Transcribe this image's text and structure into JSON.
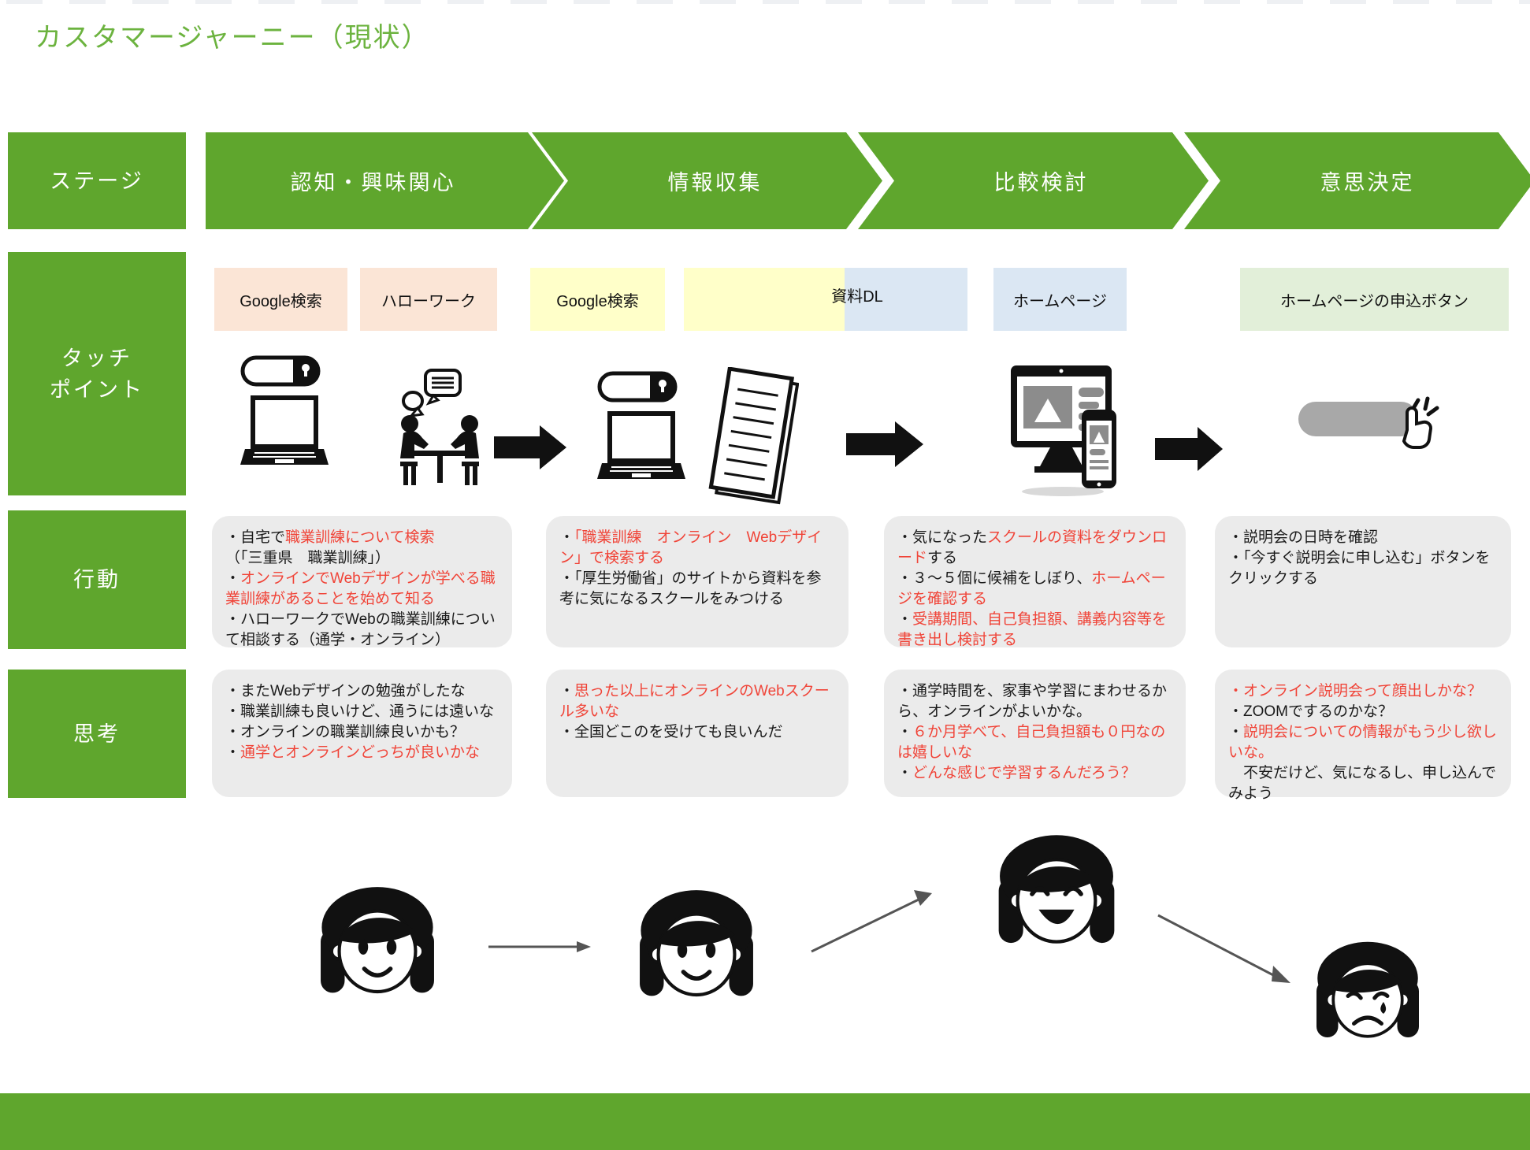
{
  "title": "カスタマージャーニー（現状）",
  "colors": {
    "green_main": "#5fa62d",
    "green_title": "#6cb33f",
    "red_text": "#f04438",
    "gray_box": "#ebebeb",
    "label_peach": "#fbe5d6",
    "label_yellow": "#ffffc9",
    "label_blue": "#dbe7f3",
    "label_green": "#e2efd9",
    "button_gray": "#a8a8a8"
  },
  "row_headers": {
    "stage": "ステージ",
    "touch_line1": "タッチ",
    "touch_line2": "ポイント",
    "action": "行動",
    "thought": "思考"
  },
  "stages": [
    "認知・興味関心",
    "情報収集",
    "比較検討",
    "意思決定"
  ],
  "touchpoints": [
    "Google検索",
    "ハローワーク",
    "Google検索",
    "資料DL",
    "ホームページ",
    "ホームページの申込ボタン"
  ],
  "icons": [
    "search-bar-laptop",
    "consultation-table",
    "arrow-right",
    "search-bar-laptop",
    "document",
    "arrow-right",
    "monitor-smartphone",
    "arrow-right",
    "click-button"
  ],
  "actions": [
    [
      [
        {
          "t": "・自宅で",
          "red": false
        },
        {
          "t": "職業訓練について検索",
          "red": true
        }
      ],
      [
        {
          "t": "（「三重県　職業訓練」）",
          "red": false
        }
      ],
      [
        {
          "t": "・",
          "red": false
        },
        {
          "t": "オンラインでWebデザインが学べる職業訓練があることを始めて知る",
          "red": true
        }
      ],
      [
        {
          "t": "・ハローワークでWebの職業訓練について相談する（通学・オンライン）",
          "red": false
        }
      ]
    ],
    [
      [
        {
          "t": "・",
          "red": false
        },
        {
          "t": "「職業訓練　オンライン　Webデザイン」で検索する",
          "red": true
        }
      ],
      [
        {
          "t": "・「厚生労働省」のサイトから資料を参考に気になるスクールをみつける",
          "red": false
        }
      ]
    ],
    [
      [
        {
          "t": "・気になった",
          "red": false
        },
        {
          "t": "スクールの資料をダウンロード",
          "red": true
        },
        {
          "t": "する",
          "red": false
        }
      ],
      [
        {
          "t": "・３〜５個に候補をしぼり、",
          "red": false
        },
        {
          "t": "ホームページを確認する",
          "red": true
        }
      ],
      [
        {
          "t": "・",
          "red": false
        },
        {
          "t": "受講期間、自己負担額、講義内容等を書き出し検討する",
          "red": true
        }
      ]
    ],
    [
      [
        {
          "t": "・説明会の日時を確認",
          "red": false
        }
      ],
      [
        {
          "t": "・「今すぐ説明会に申し込む」ボタンをクリックする",
          "red": false
        }
      ]
    ]
  ],
  "thoughts": [
    [
      [
        {
          "t": "・またWebデザインの勉強がしたな",
          "red": false
        }
      ],
      [
        {
          "t": "・職業訓練も良いけど、通うには遠いな",
          "red": false
        }
      ],
      [
        {
          "t": "・オンラインの職業訓練良いかも？",
          "red": false
        }
      ],
      [
        {
          "t": "・",
          "red": false
        },
        {
          "t": "通学とオンラインどっちが良いかな",
          "red": true
        }
      ]
    ],
    [
      [
        {
          "t": "・",
          "red": false
        },
        {
          "t": "思った以上にオンラインのWebスクール多いな",
          "red": true
        }
      ],
      [
        {
          "t": "・全国どこのを受けても良いんだ",
          "red": false
        }
      ]
    ],
    [
      [
        {
          "t": "・通学時間を、家事や学習にまわせるから、オンラインがよいかな。",
          "red": false
        }
      ],
      [
        {
          "t": "・",
          "red": false
        },
        {
          "t": "６か月学べて、自己負担額も０円なのは嬉しいな",
          "red": true
        }
      ],
      [
        {
          "t": "・",
          "red": false
        },
        {
          "t": "どんな感じで学習するんだろう？",
          "red": true
        }
      ]
    ],
    [
      [
        {
          "t": "・オンライン説明会って顔出しかな？",
          "red": true
        }
      ],
      [
        {
          "t": "・ZOOMでするのかな？",
          "red": false
        }
      ],
      [
        {
          "t": "・",
          "red": false
        },
        {
          "t": "説明会についての情報がもう少し欲しいな。",
          "red": true
        }
      ],
      [
        {
          "t": "　不安だけど、気になるし、申し込んでみよう",
          "red": false
        }
      ]
    ]
  ],
  "emotions": [
    "content",
    "content",
    "delighted",
    "worried"
  ]
}
